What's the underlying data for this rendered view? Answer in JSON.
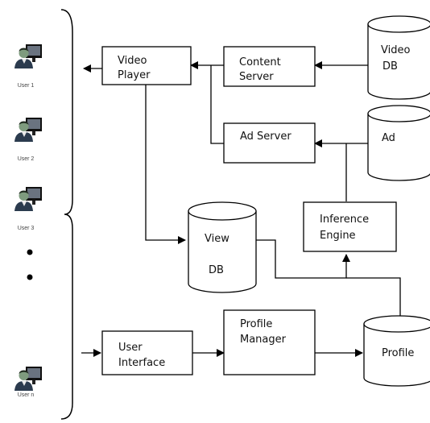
{
  "users": [
    {
      "label": "User 1"
    },
    {
      "label": "User 2"
    },
    {
      "label": "User 3"
    },
    {
      "label": "User n"
    }
  ],
  "nodes": {
    "video_player": {
      "line1": "Video",
      "line2": "Player"
    },
    "content_server": {
      "line1": "Content",
      "line2": "Server"
    },
    "video_db": {
      "line1": "Video",
      "line2": "DB"
    },
    "ad_server": {
      "line1": "Ad Server"
    },
    "ad_db": {
      "line1": "Ad"
    },
    "view_db": {
      "line1": "View",
      "line2": "DB"
    },
    "inference_engine": {
      "line1": "Inference",
      "line2": "Engine"
    },
    "user_interface": {
      "line1": "User",
      "line2": "Interface"
    },
    "profile_manager": {
      "line1": "Profile",
      "line2": "Manager"
    },
    "profile_db": {
      "line1": "Profile"
    }
  },
  "icons": {
    "user": "user-at-computer-icon"
  },
  "colors": {
    "line": "#000000",
    "box_fill": "#ffffff"
  }
}
